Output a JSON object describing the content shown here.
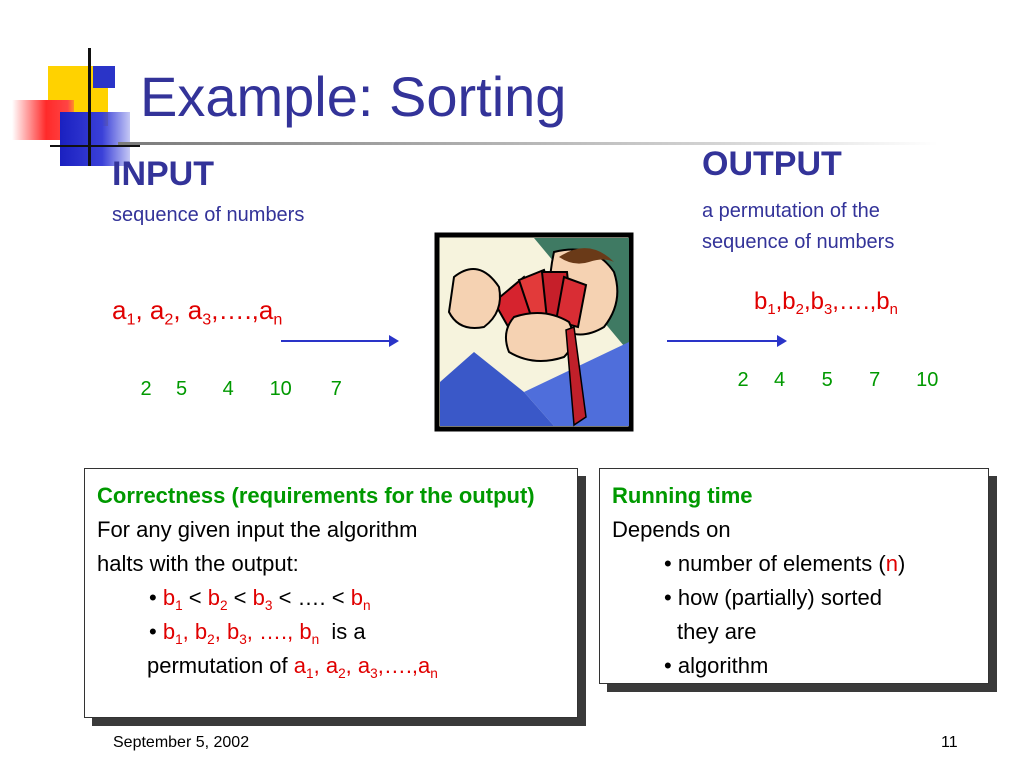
{
  "slide": {
    "title": "Example: Sorting",
    "footer_date": "September 5, 2002",
    "page_number": "11"
  },
  "input": {
    "heading": "INPUT",
    "subtitle": "sequence of numbers",
    "sequence": [
      "a",
      "1",
      ", a",
      "2",
      ", a",
      "3",
      ",….,a",
      "n"
    ],
    "numbers": [
      "2",
      "5",
      "4",
      "10",
      "7"
    ]
  },
  "output": {
    "heading": "OUTPUT",
    "subtitle_lines": [
      "a permutation of the",
      "sequence of numbers"
    ],
    "sequence": [
      "b",
      "1",
      ",b",
      "2",
      ",b",
      "3",
      ",….,b",
      "n"
    ],
    "numbers": [
      "2",
      "4",
      "5",
      "7",
      "10"
    ]
  },
  "correctness_box": {
    "heading": "Correctness (requirements for the output)",
    "body_lines": [
      "For any given input the algorithm",
      "halts with the output:"
    ],
    "bullet1": [
      "b",
      "1",
      " < ",
      "b",
      "2",
      " < ",
      "b",
      "3",
      " < …. <  ",
      "b",
      "n"
    ],
    "bullet2": [
      "b",
      "1",
      ", ",
      "b",
      "2",
      ", ",
      "b",
      "3",
      ", …., ",
      "b",
      "n",
      "  is a"
    ],
    "bullet2_cont": [
      "permutation of ",
      "a",
      "1",
      ", ",
      "a",
      "2",
      ", ",
      "a",
      "3",
      ",….,",
      "a",
      "n"
    ]
  },
  "running_time_box": {
    "heading": "Running time",
    "intro": "Depends on",
    "bullets": [
      [
        "number of elements (",
        "n",
        ")"
      ],
      [
        "how (partially) sorted",
        "they are"
      ],
      [
        "algorithm"
      ]
    ]
  },
  "colors": {
    "title": "#333399",
    "accent_red": "#e00000",
    "accent_green": "#009900",
    "arrow": "#2a34c8"
  },
  "icons": [
    "card-player-clipart-image",
    "right-arrow-icon"
  ]
}
